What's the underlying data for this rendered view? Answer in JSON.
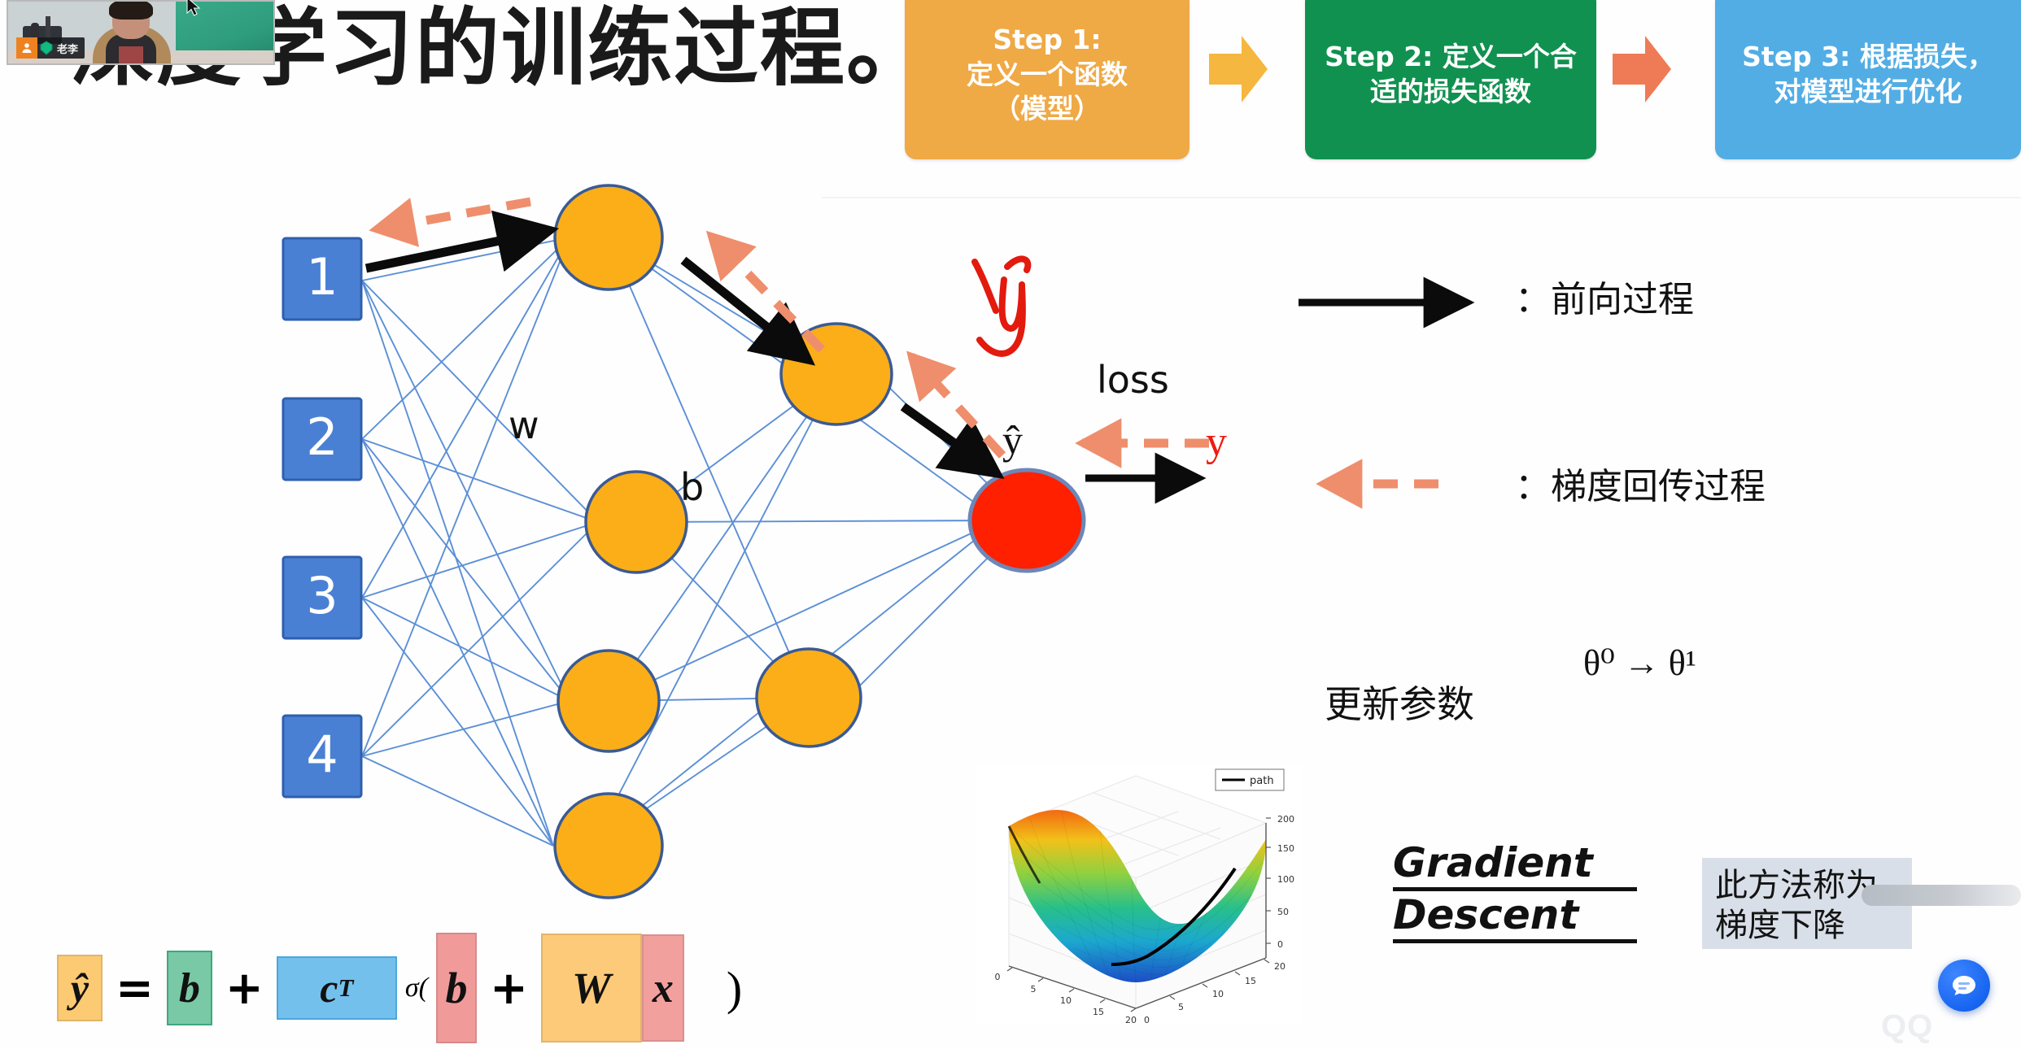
{
  "slide": {
    "title": "深度学习的训练过程。"
  },
  "webcam": {
    "participant_name": "老李",
    "avatar_icon": "person-icon",
    "badge_icon": "green-diamond-icon",
    "cursor_icon": "mouse-pointer-icon"
  },
  "steps": [
    {
      "id": "step-1",
      "line1": "Step 1:",
      "line2": "定义一个函数",
      "line3": "（模型）",
      "color": "#efa945"
    },
    {
      "id": "step-2",
      "line1": "Step 2: 定义一个合",
      "line2": "适的损失函数",
      "line3": "",
      "color": "#119150"
    },
    {
      "id": "step-3",
      "line1": "Step 3: 根据损失，",
      "line2": "对模型进行优化",
      "line3": "",
      "color": "#52ADE4"
    }
  ],
  "step_arrows": [
    {
      "name": "arrow-step-1",
      "color": "#f5b73f"
    },
    {
      "name": "arrow-step-2",
      "color": "#ef7b56"
    }
  ],
  "network": {
    "input_nodes": [
      "1",
      "2",
      "3",
      "4"
    ],
    "input_color": "#4a80d4",
    "input_border": "#2f5fae",
    "hidden_color": "#fbae17",
    "hidden_border": "#3a5a93",
    "output_color": "#ff2000",
    "output_border": "#6d87b8",
    "edge_color": "#5b8fd6",
    "weight_label": "w",
    "bias_label": "b",
    "loss_label": "loss",
    "prediction_label": "ŷ",
    "target_label": "y",
    "handwritten_annotation": "ŷ"
  },
  "legend": {
    "forward_label": "：前向过程",
    "backward_label": "：梯度回传过程",
    "forward_color": "#111111",
    "backward_color": "#ef8e6c"
  },
  "update": {
    "label": "更新参数",
    "theta": "θ⁰ → θ¹"
  },
  "gradient_descent": {
    "line1": "Gradient",
    "line2": "Descent"
  },
  "callout": {
    "line1": "此方法称为",
    "line2": "梯度下降",
    "background": "#d9dfe8"
  },
  "chat_fab": {
    "icon": "chat-bubble-icon",
    "color": "#1765f0"
  },
  "watermark": {
    "text": "QQ"
  },
  "formula": {
    "tokens": [
      {
        "key": "yhat",
        "text": "ŷ",
        "boxed": true,
        "color": "#fbca73"
      },
      {
        "key": "eq",
        "text": "=",
        "boxed": false
      },
      {
        "key": "b1",
        "text": "b",
        "boxed": true,
        "color": "#79c9a6"
      },
      {
        "key": "plus1",
        "text": "+",
        "boxed": false
      },
      {
        "key": "cT",
        "text": "c",
        "sup": "T",
        "boxed": true,
        "color": "#74c0ec"
      },
      {
        "key": "sigma",
        "text": "σ(",
        "boxed": false
      },
      {
        "key": "b2",
        "text": "b",
        "boxed": true,
        "color": "#f09a9a"
      },
      {
        "key": "plus2",
        "text": "+",
        "boxed": false
      },
      {
        "key": "W",
        "text": "W",
        "boxed": true,
        "color": "#fcca79"
      },
      {
        "key": "x",
        "text": "x",
        "boxed": true,
        "color": "#f2a09e"
      },
      {
        "key": "close",
        "text": ")",
        "boxed": false
      }
    ]
  },
  "chart_data": {
    "type": "surface",
    "title": "",
    "legend": [
      "path"
    ],
    "legend_position": "top-right",
    "xlabel": "",
    "ylabel": "",
    "zlabel": "",
    "x_ticks": [
      0,
      5,
      10,
      15,
      20
    ],
    "y_ticks": [
      0,
      5,
      10,
      15,
      20
    ],
    "z_ticks": [
      0,
      50,
      100,
      150,
      200
    ],
    "xlim": [
      0,
      20
    ],
    "ylim": [
      0,
      20
    ],
    "zlim": [
      0,
      200
    ],
    "grid": true,
    "colormap": "jet",
    "description": "3D paraboloid loss surface with black gradient-descent path line",
    "series": [
      {
        "name": "path",
        "color": "#000000",
        "points": [
          {
            "x": 19,
            "y": 19,
            "z": 180
          },
          {
            "x": 16,
            "y": 16,
            "z": 120
          },
          {
            "x": 13,
            "y": 13,
            "z": 70
          },
          {
            "x": 11,
            "y": 11,
            "z": 35
          },
          {
            "x": 10,
            "y": 10,
            "z": 12
          },
          {
            "x": 10,
            "y": 10,
            "z": 2
          }
        ]
      }
    ]
  }
}
